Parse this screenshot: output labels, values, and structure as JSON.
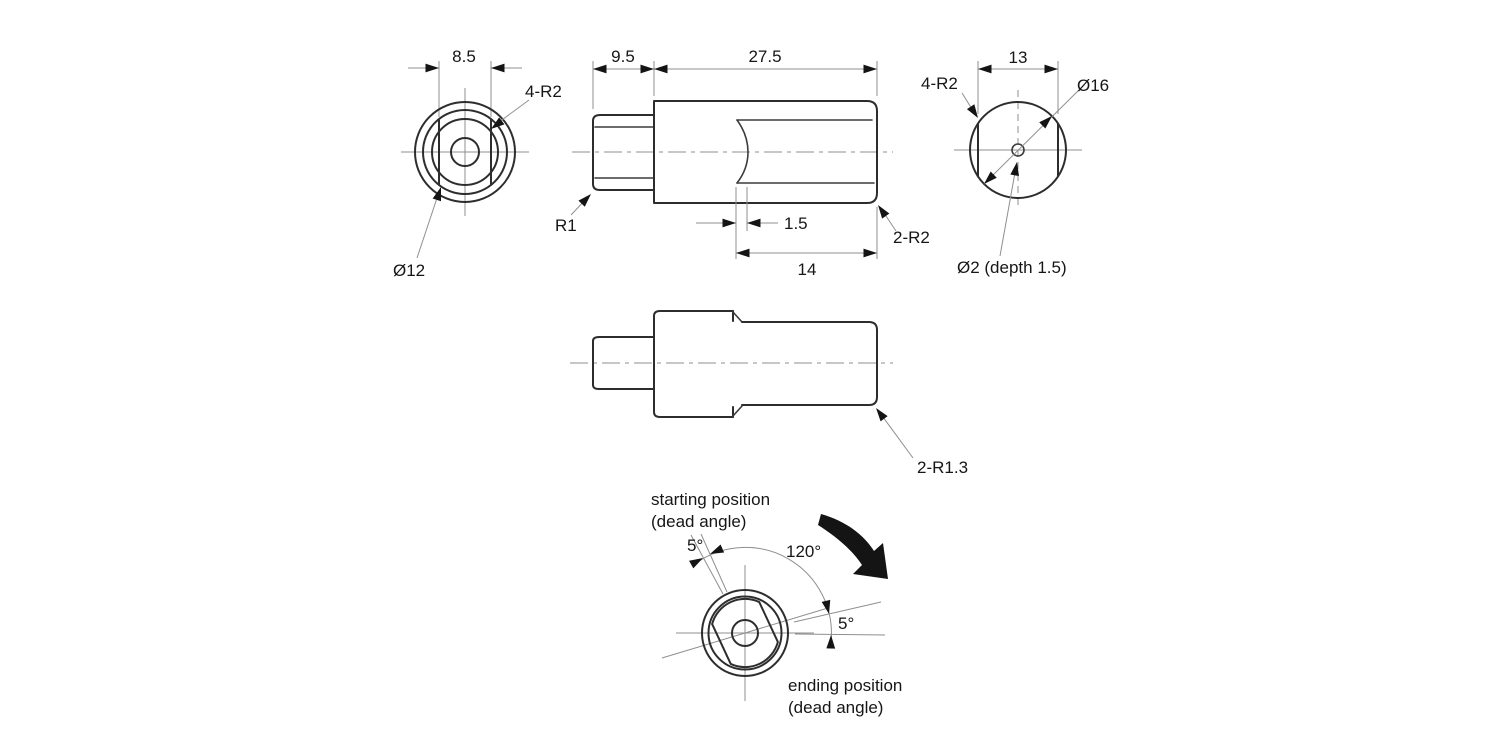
{
  "labels": {
    "view_a": {
      "across_flats": "8.5",
      "corners": "4-R2",
      "diameter": "Ø12"
    },
    "view_b": {
      "shaft_len": "9.5",
      "body_len": "27.5",
      "fillet": "R1",
      "flat_offset": "1.5",
      "flat_len": "14",
      "corners": "2-R2"
    },
    "view_c": {
      "corners": "4-R2",
      "across_flats": "13",
      "diameter": "Ø16",
      "hole": "Ø2 (depth 1.5)"
    },
    "view_d": {
      "corners": "2-R1.3"
    },
    "view_e": {
      "start_line1": "starting position",
      "start_line2": "(dead angle)",
      "start_dead_angle": "5°",
      "sweep_angle": "120°",
      "end_dead_angle": "5°",
      "end_line1": "ending position",
      "end_line2": "(dead angle)"
    }
  },
  "colors": {
    "outline": "#2d2d2d",
    "thin_line": "#8f8f8f",
    "arrowhead": "#141414",
    "text": "#161616",
    "background": "#ffffff"
  }
}
